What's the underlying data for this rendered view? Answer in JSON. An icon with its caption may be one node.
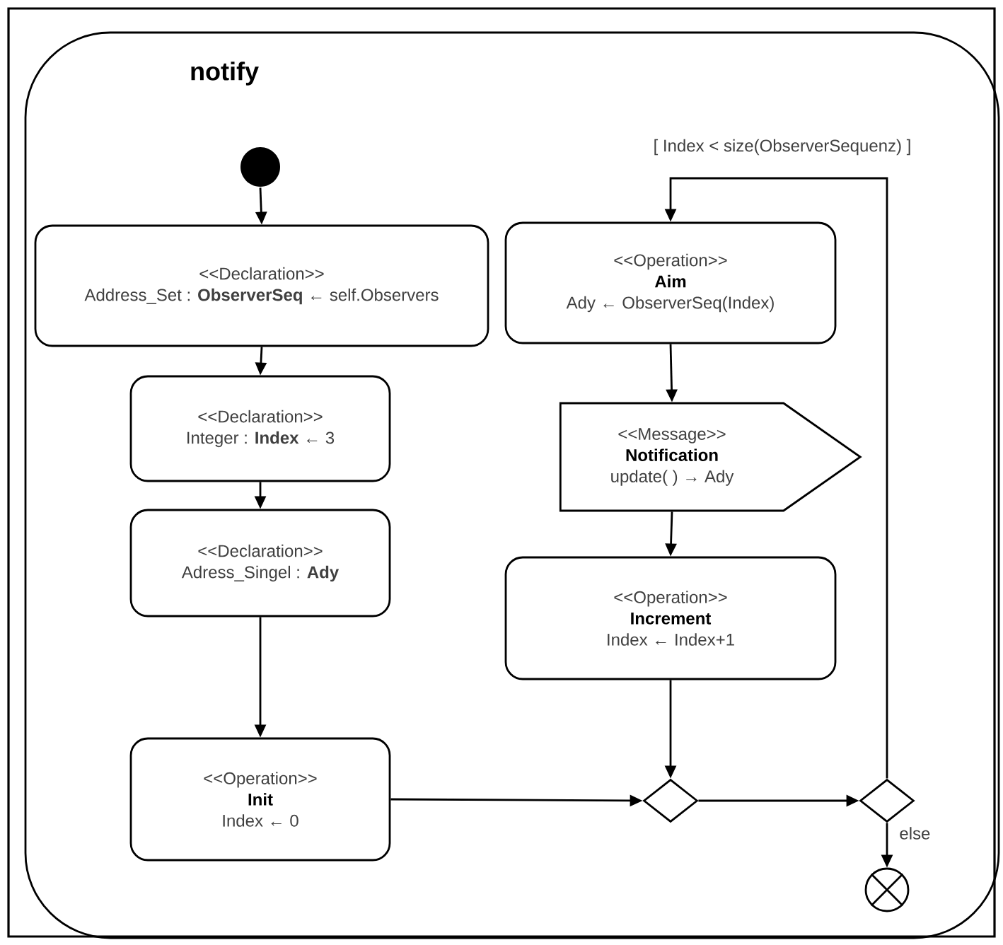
{
  "diagram": {
    "nodes": [
      {
        "text": [
          "notify"
        ]
      },
      {
        "text": [],
        "shape": "circle",
        "in": 0
      },
      {
        "text": [
          "<<Declaration>>",
          "Address_Set : **ObserverSeq** ← self.Observers"
        ],
        "in": 0
      },
      {
        "text": [
          "<<Declaration>>",
          "Integer : **Index** ← 3"
        ],
        "in": 0
      },
      {
        "text": [
          "<<Declaration>>",
          "Adress_Singel : **Ady**"
        ],
        "in": 0
      },
      {
        "text": [
          "<<Operation>>",
          "Init",
          "Index ← 0"
        ],
        "in": 0
      },
      {
        "text": [
          "<<Operation>>",
          "Aim",
          "Ady ← ObserverSeq(Index)"
        ],
        "in": 0
      },
      {
        "text": [
          "<<Message>>",
          "Notification",
          "update( ) → Ady"
        ],
        "in": 0
      },
      {
        "text": [
          "<<Operation>>",
          "Increment",
          "Index ← Index+1"
        ],
        "in": 0
      },
      {
        "text": [],
        "shape": "diamond",
        "in": 0
      },
      {
        "text": [],
        "shape": "diamond",
        "in": 0
      },
      {
        "text": [],
        "shape": "circle",
        "in": 0
      }
    ],
    "edges": [
      {
        "from": 1,
        "to": 2,
        "arrow": "to"
      },
      {
        "from": 2,
        "to": 3,
        "arrow": "to"
      },
      {
        "from": 3,
        "to": 4,
        "arrow": "to"
      },
      {
        "from": 4,
        "to": 5,
        "arrow": "to"
      },
      {
        "from": 5,
        "to": 9,
        "arrow": "to"
      },
      {
        "from": 6,
        "to": 7,
        "arrow": "to"
      },
      {
        "from": 7,
        "to": 8,
        "arrow": "to"
      },
      {
        "from": 8,
        "to": 9,
        "arrow": "to"
      },
      {
        "from": 9,
        "to": 10,
        "arrow": "to"
      },
      {
        "from": 10,
        "to": 6,
        "arrow": "to",
        "label": "[ Index < size(ObserverSequenz) ]"
      },
      {
        "from": 10,
        "to": 11,
        "arrow": "to",
        "label": "else"
      }
    ]
  }
}
